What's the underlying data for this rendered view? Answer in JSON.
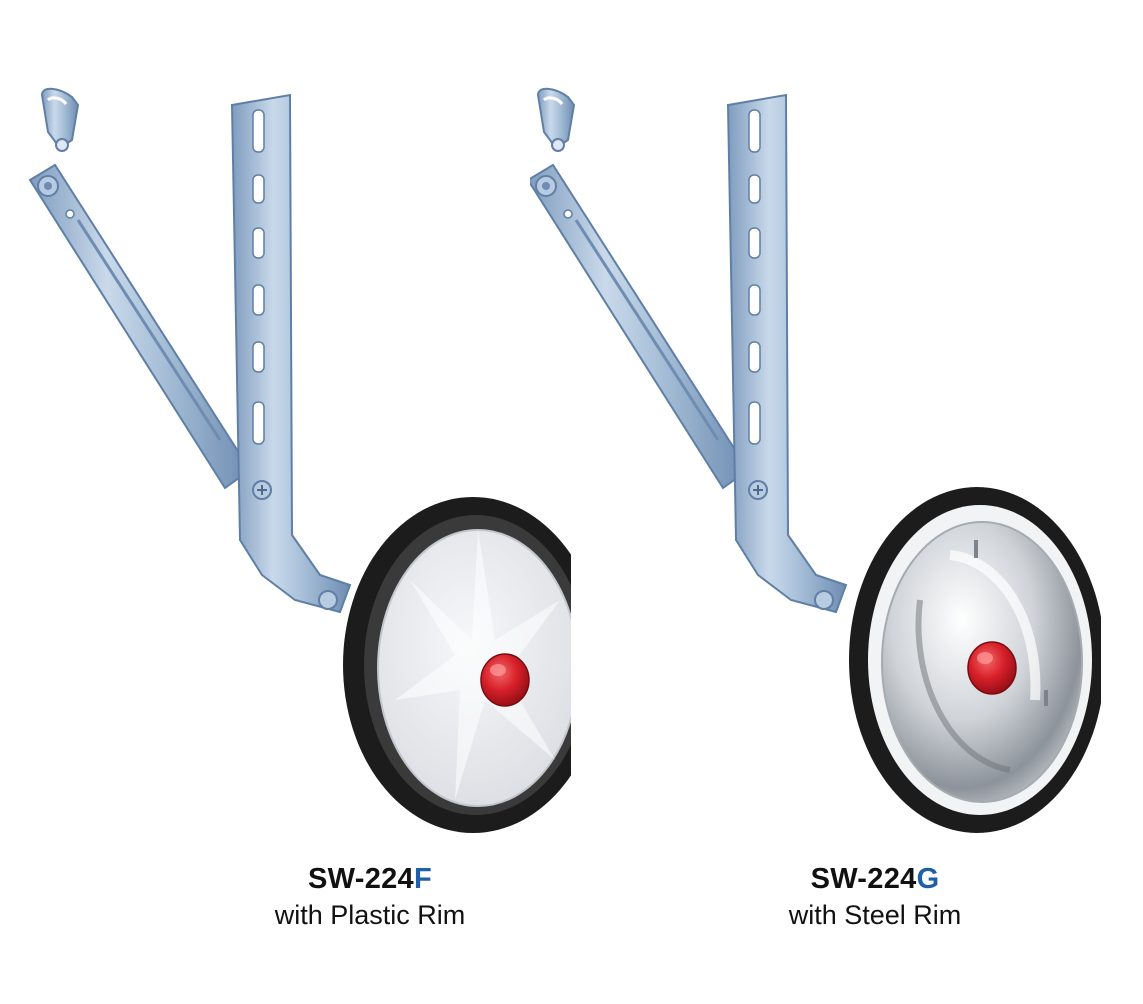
{
  "products": [
    {
      "model_base": "SW-224",
      "model_suffix": "F",
      "description": "with Plastic Rim",
      "rim": "plastic"
    },
    {
      "model_base": "SW-224",
      "model_suffix": "G",
      "description": "with Steel Rim",
      "rim": "steel"
    }
  ],
  "colors": {
    "suffix_blue": "#1f5fa8",
    "bracket_steel": "#9fb8d4",
    "tire_black": "#1c1c1c",
    "hub_red": "#d8202a",
    "plastic_rim": "#e9ebee",
    "steel_rim": "#cfd3d8"
  }
}
